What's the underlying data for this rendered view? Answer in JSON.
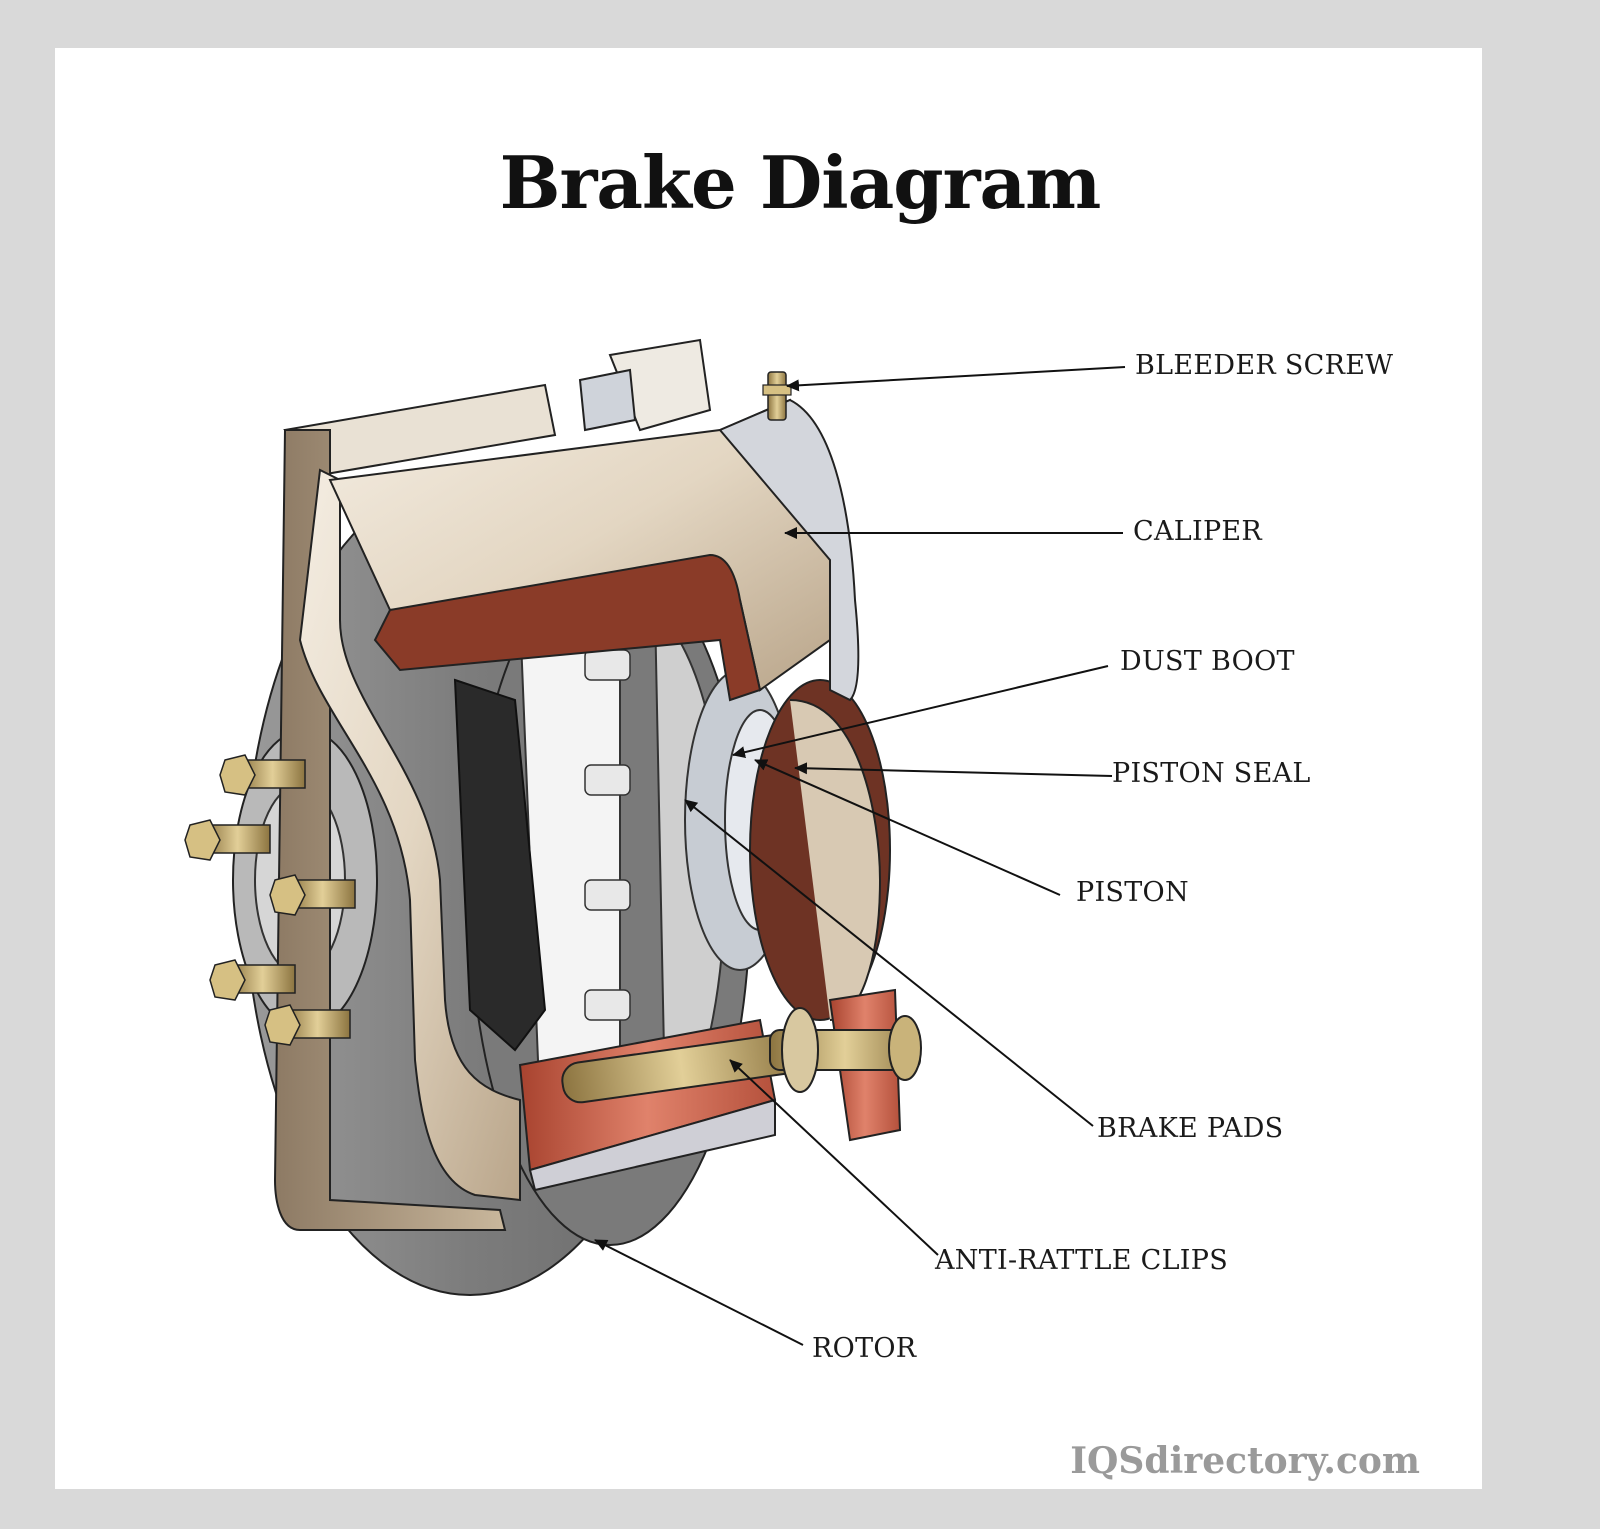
{
  "title": "Brake Diagram",
  "labels": {
    "bleeder_screw": "BLEEDER SCREW",
    "caliper": "CALIPER",
    "dust_boot": "DUST BOOT",
    "piston_seal": "PISTON SEAL",
    "piston": "PISTON",
    "brake_pads": "BRAKE PADS",
    "anti_rattle_clips": "ANTI-RATTLE CLIPS",
    "rotor": "ROTOR"
  },
  "watermark": "IQSdirectory.com",
  "colors": {
    "background": "#d9d9d9",
    "panel": "#ffffff",
    "caliper": "#e6dccd",
    "copper": "#c8604a",
    "rotor": "#8a8a8a",
    "bolt": "#c9b37a"
  }
}
